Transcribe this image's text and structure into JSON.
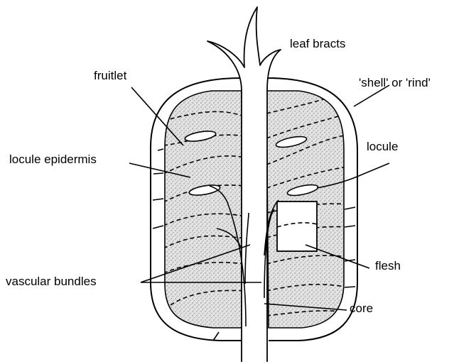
{
  "labels": {
    "leaf_bracts": "leaf bracts",
    "fruitlet": "fruitlet",
    "shell_or_rind": "'shell' or 'rind'",
    "locule_epidermis": "locule epidermis",
    "locule": "locule",
    "flesh": "flesh",
    "vascular_bundles": "vascular bundles",
    "core": "core"
  },
  "colors": {
    "ink": "#000000",
    "flesh_stipple": "#d9d9d9",
    "background": "#ffffff"
  }
}
